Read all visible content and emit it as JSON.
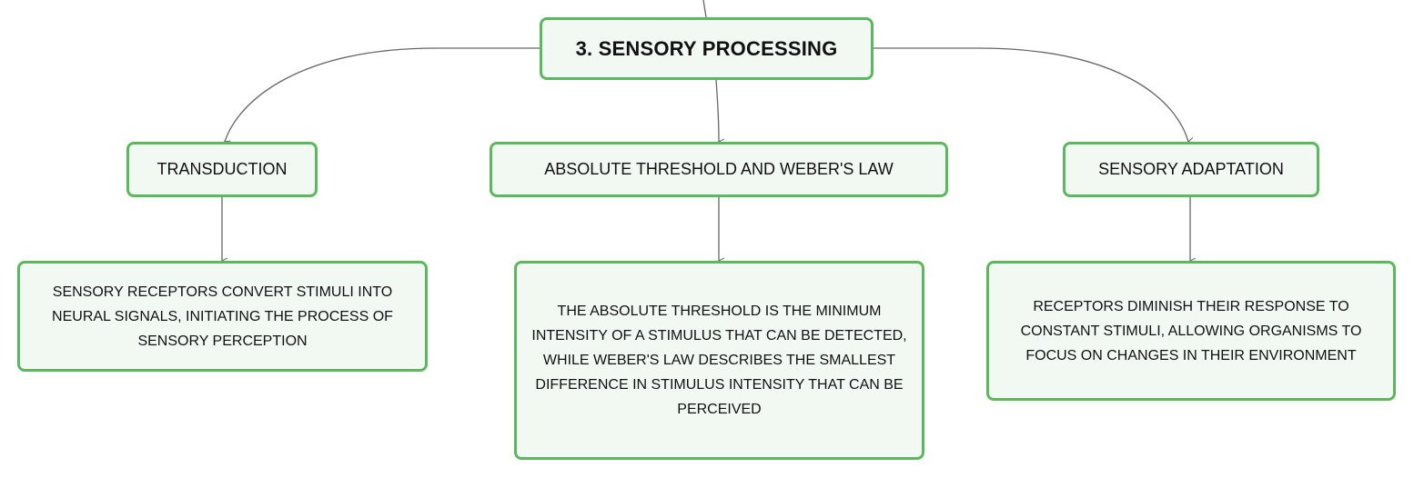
{
  "diagram": {
    "root": {
      "label": "3. SENSORY PROCESSING"
    },
    "branches": [
      {
        "label": "TRANSDUCTION",
        "detail": "SENSORY RECEPTORS CONVERT STIMULI INTO NEURAL SIGNALS, INITIATING THE PROCESS OF SENSORY PERCEPTION"
      },
      {
        "label": "ABSOLUTE THRESHOLD AND WEBER'S LAW",
        "detail": "THE ABSOLUTE THRESHOLD IS THE MINIMUM INTENSITY OF A STIMULUS THAT CAN BE DETECTED, WHILE WEBER'S LAW DESCRIBES THE SMALLEST DIFFERENCE IN STIMULUS INTENSITY THAT CAN BE PERCEIVED"
      },
      {
        "label": "SENSORY ADAPTATION",
        "detail": "RECEPTORS DIMINISH THEIR RESPONSE TO CONSTANT STIMULI, ALLOWING ORGANISMS TO FOCUS ON CHANGES IN THEIR ENVIRONMENT"
      }
    ]
  },
  "colors": {
    "node_border": "#5cb85f",
    "node_fill": "#f1f9f2",
    "connector": "#666666"
  }
}
